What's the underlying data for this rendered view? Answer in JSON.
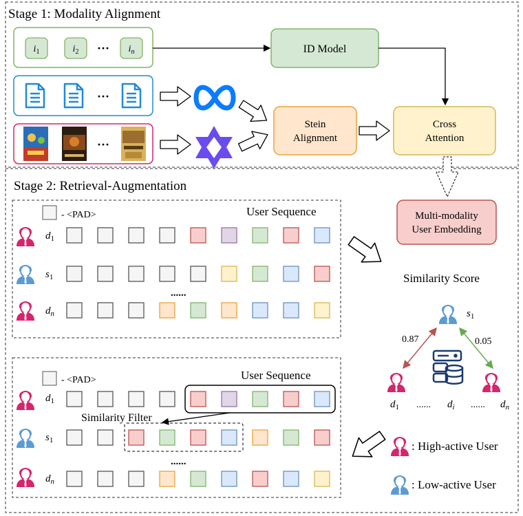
{
  "stage1": {
    "title": "Stage 1: Modality Alignment"
  },
  "stage2": {
    "title": "Stage 2: Retrieval-Augmentation"
  },
  "items": {
    "i1": "i",
    "i1_sub": "1",
    "i2": "i",
    "i2_sub": "2",
    "in": "i",
    "in_sub": "n",
    "ellipsis": "···"
  },
  "boxes": {
    "id_model": "ID Model",
    "stein_1": "Stein",
    "stein_2": "Alignment",
    "cross_1": "Cross",
    "cross_2": "Attention",
    "multi_1": "Multi-modality",
    "multi_2": "User Embedding"
  },
  "sequence": {
    "pad_label": "- <PAD>",
    "user_sequence": "User Sequence",
    "similarity_filter": "Similarity Filter",
    "dots": "......",
    "d1": "d",
    "d1_sub": "1",
    "s1": "s",
    "s1_sub": "1",
    "dn": "d",
    "dn_sub": "n"
  },
  "similarity": {
    "title": "Similarity Score",
    "score_high": "0.87",
    "score_low": "0.05",
    "s1": "s",
    "s1_sub": "1",
    "d1": "d",
    "d1_sub": "1",
    "di": "d",
    "di_sub": "i",
    "dn": "d",
    "dn_sub": "n",
    "dots": "......"
  },
  "legend": {
    "high": ": High-active User",
    "low": ": Low-active User"
  },
  "colors": {
    "pink_user": "#d6246e",
    "blue_user": "#5b9bd5",
    "green_border": "#82b366",
    "green_fill": "#d5e8d4",
    "orange_border": "#e8a33d",
    "orange_fill": "#ffe6cc",
    "yellow_border": "#d6b656",
    "yellow_fill": "#fff2cc",
    "red_border": "#b85450",
    "red_fill": "#f8cecc",
    "purple_fill": "#e1d5e7",
    "blue_fill": "#dae8fc",
    "gray_fill": "#f5f5f5",
    "doc_blue": "#1f8ad6",
    "meta_blue": "#0a7cff",
    "star_purple": "#6a4bf0"
  }
}
